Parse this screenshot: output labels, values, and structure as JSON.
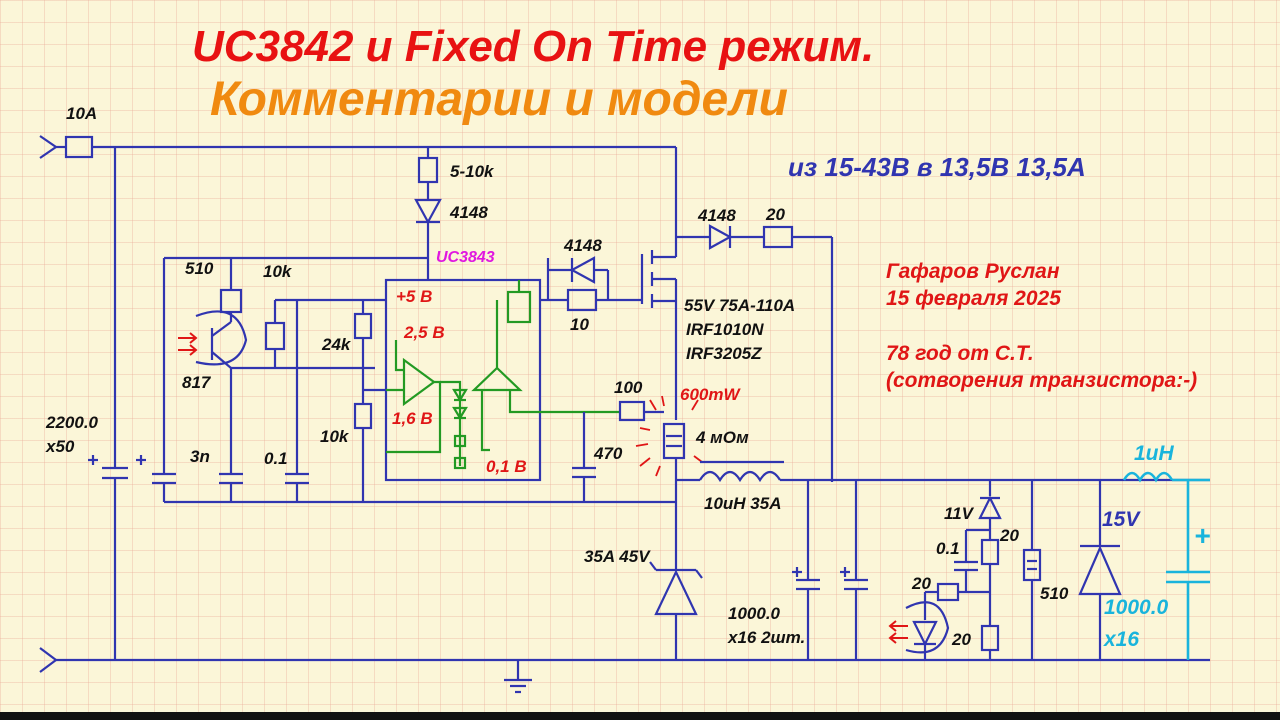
{
  "title": {
    "line1": "UC3842 и Fixed On Time режим.",
    "line2": "Комментарии и модели"
  },
  "spec": "из 15-43В  в 13,5В  13,5А",
  "author": {
    "name": "Гафаров Руслан",
    "date": "15 февраля 2025",
    "note1": "78 год от С.Т.",
    "note2": "(сотворения транзистора:-)"
  },
  "labels": {
    "fuse": "10A",
    "r_start": "5-10k",
    "d_start": "4148",
    "ic_name": "UC3843",
    "r510": "510",
    "r10k_top": "10k",
    "r24k": "24k",
    "opto": "817",
    "r10k_bot": "10k",
    "cap_in": "2200.0",
    "cap_in_count": "x50",
    "cap_3n": "3n",
    "cap_01": "0.1",
    "vref": "+5 В",
    "v25": "2,5 В",
    "v16": "1,6 В",
    "v01": "0,1 В",
    "d_gate": "4148",
    "r_gate": "10",
    "mosfet1": "55V 75A-110A",
    "mosfet2": "IRF1010N",
    "mosfet3": "IRF3205Z",
    "d_boot": "4148",
    "r_boot": "20",
    "r100": "100",
    "pwr": "600mW",
    "r_sense": "4 мОм",
    "cap470": "470",
    "inductor": "10uH 35A",
    "diode": "35A 45V",
    "cap_out": "1000.0",
    "cap_out_count": "x16 2шт.",
    "zener11": "11V",
    "cap_01b": "0.1",
    "r20a": "20",
    "r20b": "20",
    "r20c": "20",
    "r510b": "510",
    "ind2": "1uH",
    "zener15": "15V",
    "cap_last": "1000.0",
    "cap_last_count": "x16",
    "plus": "+"
  },
  "colors": {
    "wire": "#3035b0",
    "ic_internal": "#239a23",
    "annotation": "#e01616",
    "title": "#e81212",
    "subtitle": "#f08a10",
    "output_filter": "#19b4dc",
    "ic_label": "#e018e0"
  }
}
